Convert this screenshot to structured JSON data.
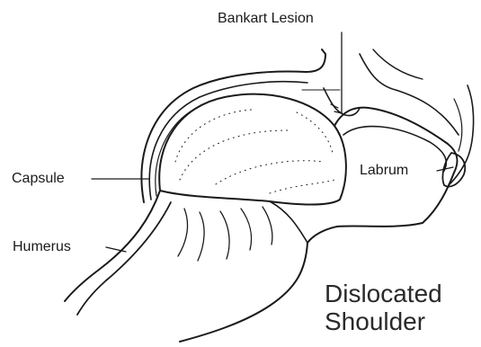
{
  "labels": {
    "bankart": "Bankart Lesion",
    "labrum": "Labrum",
    "capsule": "Capsule",
    "humerus": "Humerus"
  },
  "title": {
    "line1": "Dislocated",
    "line2": "Shoulder"
  },
  "colors": {
    "ink": "#1a1a1a",
    "background": "#ffffff"
  }
}
